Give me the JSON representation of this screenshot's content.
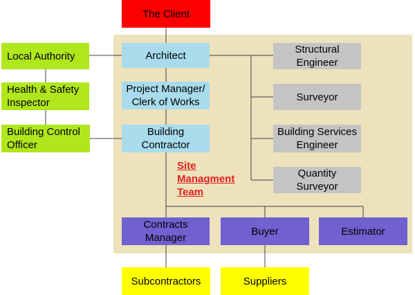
{
  "nodes": {
    "client": "The Client",
    "local_authority": "Local Authority",
    "health_safety": [
      "Health & Safety",
      "Inspector"
    ],
    "building_control": [
      "Building Control",
      "Officer"
    ],
    "architect": "Architect",
    "project_manager": [
      "Project Manager/",
      "Clerk of Works"
    ],
    "building_contractor": [
      "Building",
      "Contractor"
    ],
    "structural_engineer": [
      "Structural",
      "Engineer"
    ],
    "surveyor": "Surveyor",
    "building_services": [
      "Building Services",
      "Engineer"
    ],
    "quantity_surveyor": [
      "Quantity",
      "Surveyor"
    ],
    "site_team": [
      "Site",
      "Managment",
      "Team"
    ],
    "contracts_manager": [
      "Contracts",
      "Manager"
    ],
    "buyer": "Buyer",
    "estimator": "Estimator",
    "subcontractors": "Subcontractors",
    "suppliers": "Suppliers"
  },
  "colors": {
    "client": "#ff0000",
    "authority": "#b0e61c",
    "design_team": "#a8dcec",
    "consultants": "#c4c4c4",
    "site_staff": "#7060d0",
    "supply_chain": "#ffff00",
    "panel": "#ede2bb",
    "site_team_label": "#e02020"
  }
}
